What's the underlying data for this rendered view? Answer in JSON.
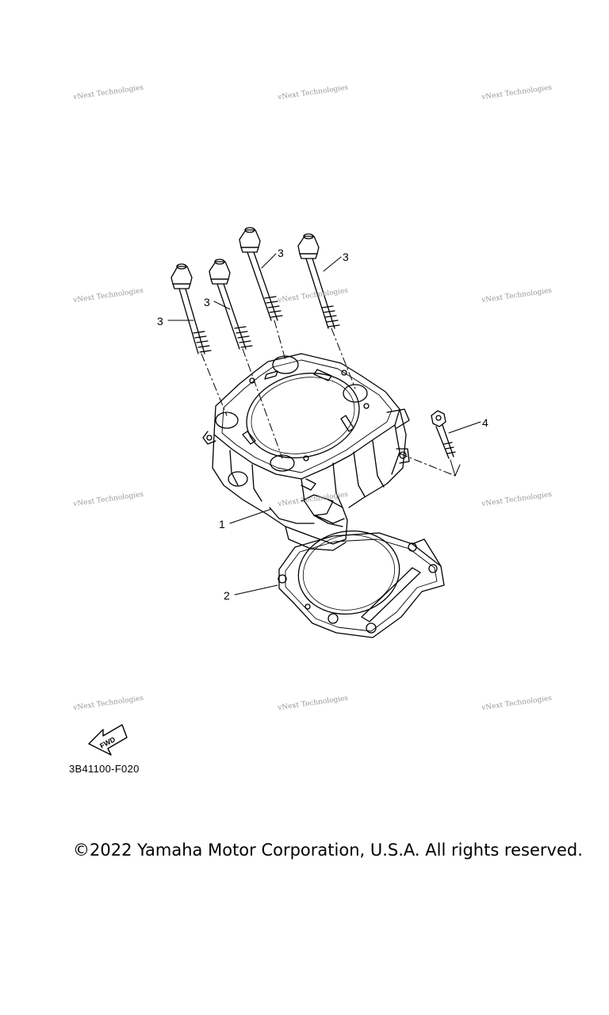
{
  "watermark": {
    "text": "vNext Technologies",
    "positions": [
      {
        "col": 0,
        "row": 0
      },
      {
        "col": 1,
        "row": 0
      },
      {
        "col": 2,
        "row": 0
      },
      {
        "col": 0,
        "row": 1
      },
      {
        "col": 1,
        "row": 1
      },
      {
        "col": 2,
        "row": 1
      },
      {
        "col": 0,
        "row": 2
      },
      {
        "col": 1,
        "row": 2
      },
      {
        "col": 2,
        "row": 2
      },
      {
        "col": 0,
        "row": 3
      },
      {
        "col": 1,
        "row": 3
      },
      {
        "col": 2,
        "row": 3
      }
    ]
  },
  "callouts": {
    "cylinder": "1",
    "gasket": "2",
    "bolt_a": "3",
    "bolt_b": "3",
    "bolt_c": "3",
    "bolt_d": "3",
    "bolt_small": "4"
  },
  "fwd_label": "FWD",
  "figure_code": "3B41100-F020",
  "copyright": "©2022 Yamaha Motor Corporation, U.S.A. All rights reserved.",
  "colors": {
    "line": "#000000",
    "watermark": "#9a9a9a"
  }
}
